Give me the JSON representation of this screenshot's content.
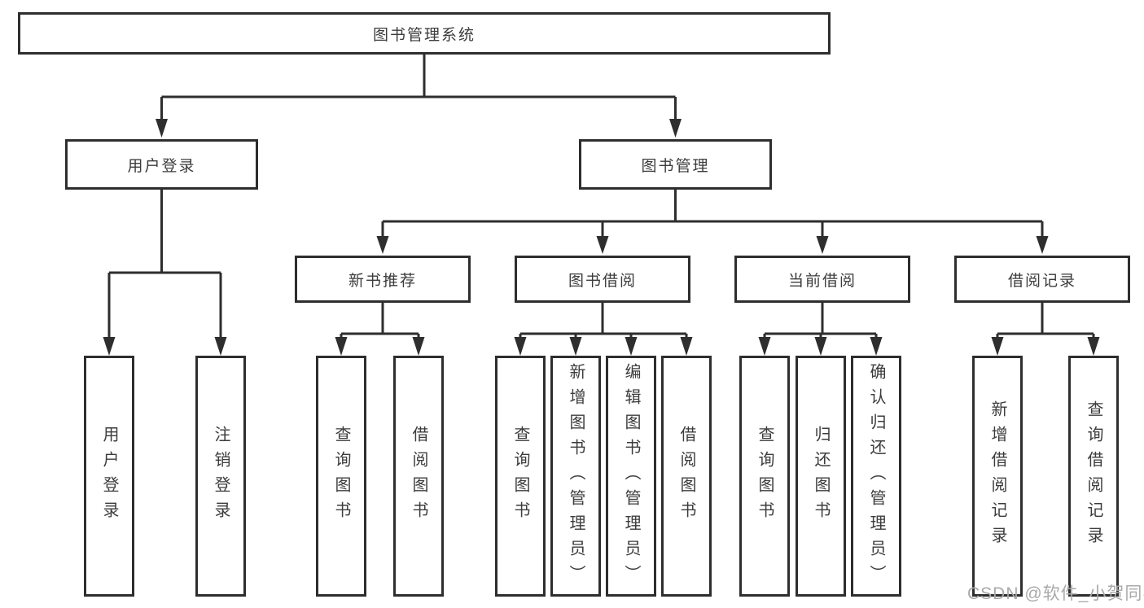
{
  "diagram_type": "hierarchy-tree",
  "tree": {
    "root": {
      "label": "图书管理系统",
      "children": [
        {
          "label": "用户登录",
          "children": [
            {
              "label": "用户登录"
            },
            {
              "label": "注销登录"
            }
          ]
        },
        {
          "label": "图书管理",
          "children": [
            {
              "label": "新书推荐",
              "children": [
                {
                  "label": "查询图书"
                },
                {
                  "label": "借阅图书"
                }
              ]
            },
            {
              "label": "图书借阅",
              "children": [
                {
                  "label": "查询图书"
                },
                {
                  "label": "新增图书（管理员）"
                },
                {
                  "label": "编辑图书（管理员）"
                },
                {
                  "label": "借阅图书"
                }
              ]
            },
            {
              "label": "当前借阅",
              "children": [
                {
                  "label": "查询图书"
                },
                {
                  "label": "归还图书"
                },
                {
                  "label": "确认归还（管理员）"
                }
              ]
            },
            {
              "label": "借阅记录",
              "children": [
                {
                  "label": "新增借阅记录"
                },
                {
                  "label": "查询借阅记录"
                }
              ]
            }
          ]
        }
      ]
    }
  },
  "watermark": "CSDN @软件_小贺同学",
  "colors": {
    "line": "#2e2e2e",
    "box_border": "#2e2e2e",
    "text": "#3c3c3c",
    "watermark": "#a9a9a9",
    "background": "#ffffff"
  }
}
